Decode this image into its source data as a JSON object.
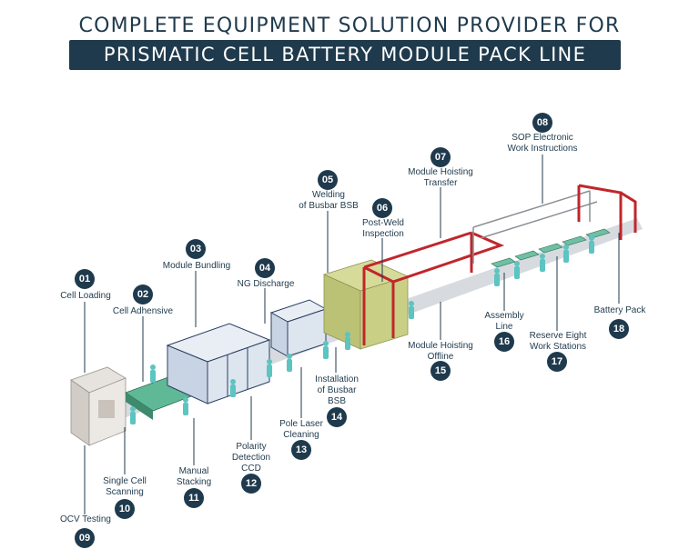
{
  "header": {
    "line1": "COMPLETE EQUIPMENT SOLUTION PROVIDER FOR",
    "line2": "PRISMATIC CELL BATTERY MODULE PACK LINE"
  },
  "steps": [
    {
      "num": "01",
      "label": "Cell Loading"
    },
    {
      "num": "02",
      "label": "Cell Adhensive"
    },
    {
      "num": "03",
      "label": "Module Bundling"
    },
    {
      "num": "04",
      "label": "NG Discharge"
    },
    {
      "num": "05",
      "label_lines": [
        "Welding",
        "of Busbar BSB"
      ]
    },
    {
      "num": "06",
      "label_lines": [
        "Post-Weld",
        "Inspection"
      ]
    },
    {
      "num": "07",
      "label_lines": [
        "Module Hoisting",
        "Transfer"
      ]
    },
    {
      "num": "08",
      "label_lines": [
        "SOP Electronic",
        "Work Instructions"
      ]
    },
    {
      "num": "09",
      "label": "OCV Testing"
    },
    {
      "num": "10",
      "label_lines": [
        "Single Cell",
        "Scanning"
      ]
    },
    {
      "num": "11",
      "label_lines": [
        "Manual",
        "Stacking"
      ]
    },
    {
      "num": "12",
      "label_lines": [
        "Polarity",
        "Detection",
        "CCD"
      ]
    },
    {
      "num": "13",
      "label_lines": [
        "Pole Laser",
        "Cleaning"
      ]
    },
    {
      "num": "14",
      "label_lines": [
        "Installation",
        "of Busbar",
        "BSB"
      ]
    },
    {
      "num": "15",
      "label_lines": [
        "Module Hoisting",
        "Offline"
      ]
    },
    {
      "num": "16",
      "label_lines": [
        "Assembly",
        "Line"
      ]
    },
    {
      "num": "17",
      "label_lines": [
        "Reserve Eight",
        "Work Stations"
      ]
    },
    {
      "num": "18",
      "label": "Battery Pack"
    }
  ],
  "colors": {
    "navy": "#1f3a4d",
    "frame_red": "#c0262c",
    "welding_cell": "#c9cf85",
    "conveyor": "#4fae8a",
    "operator": "#5cc4c1"
  }
}
